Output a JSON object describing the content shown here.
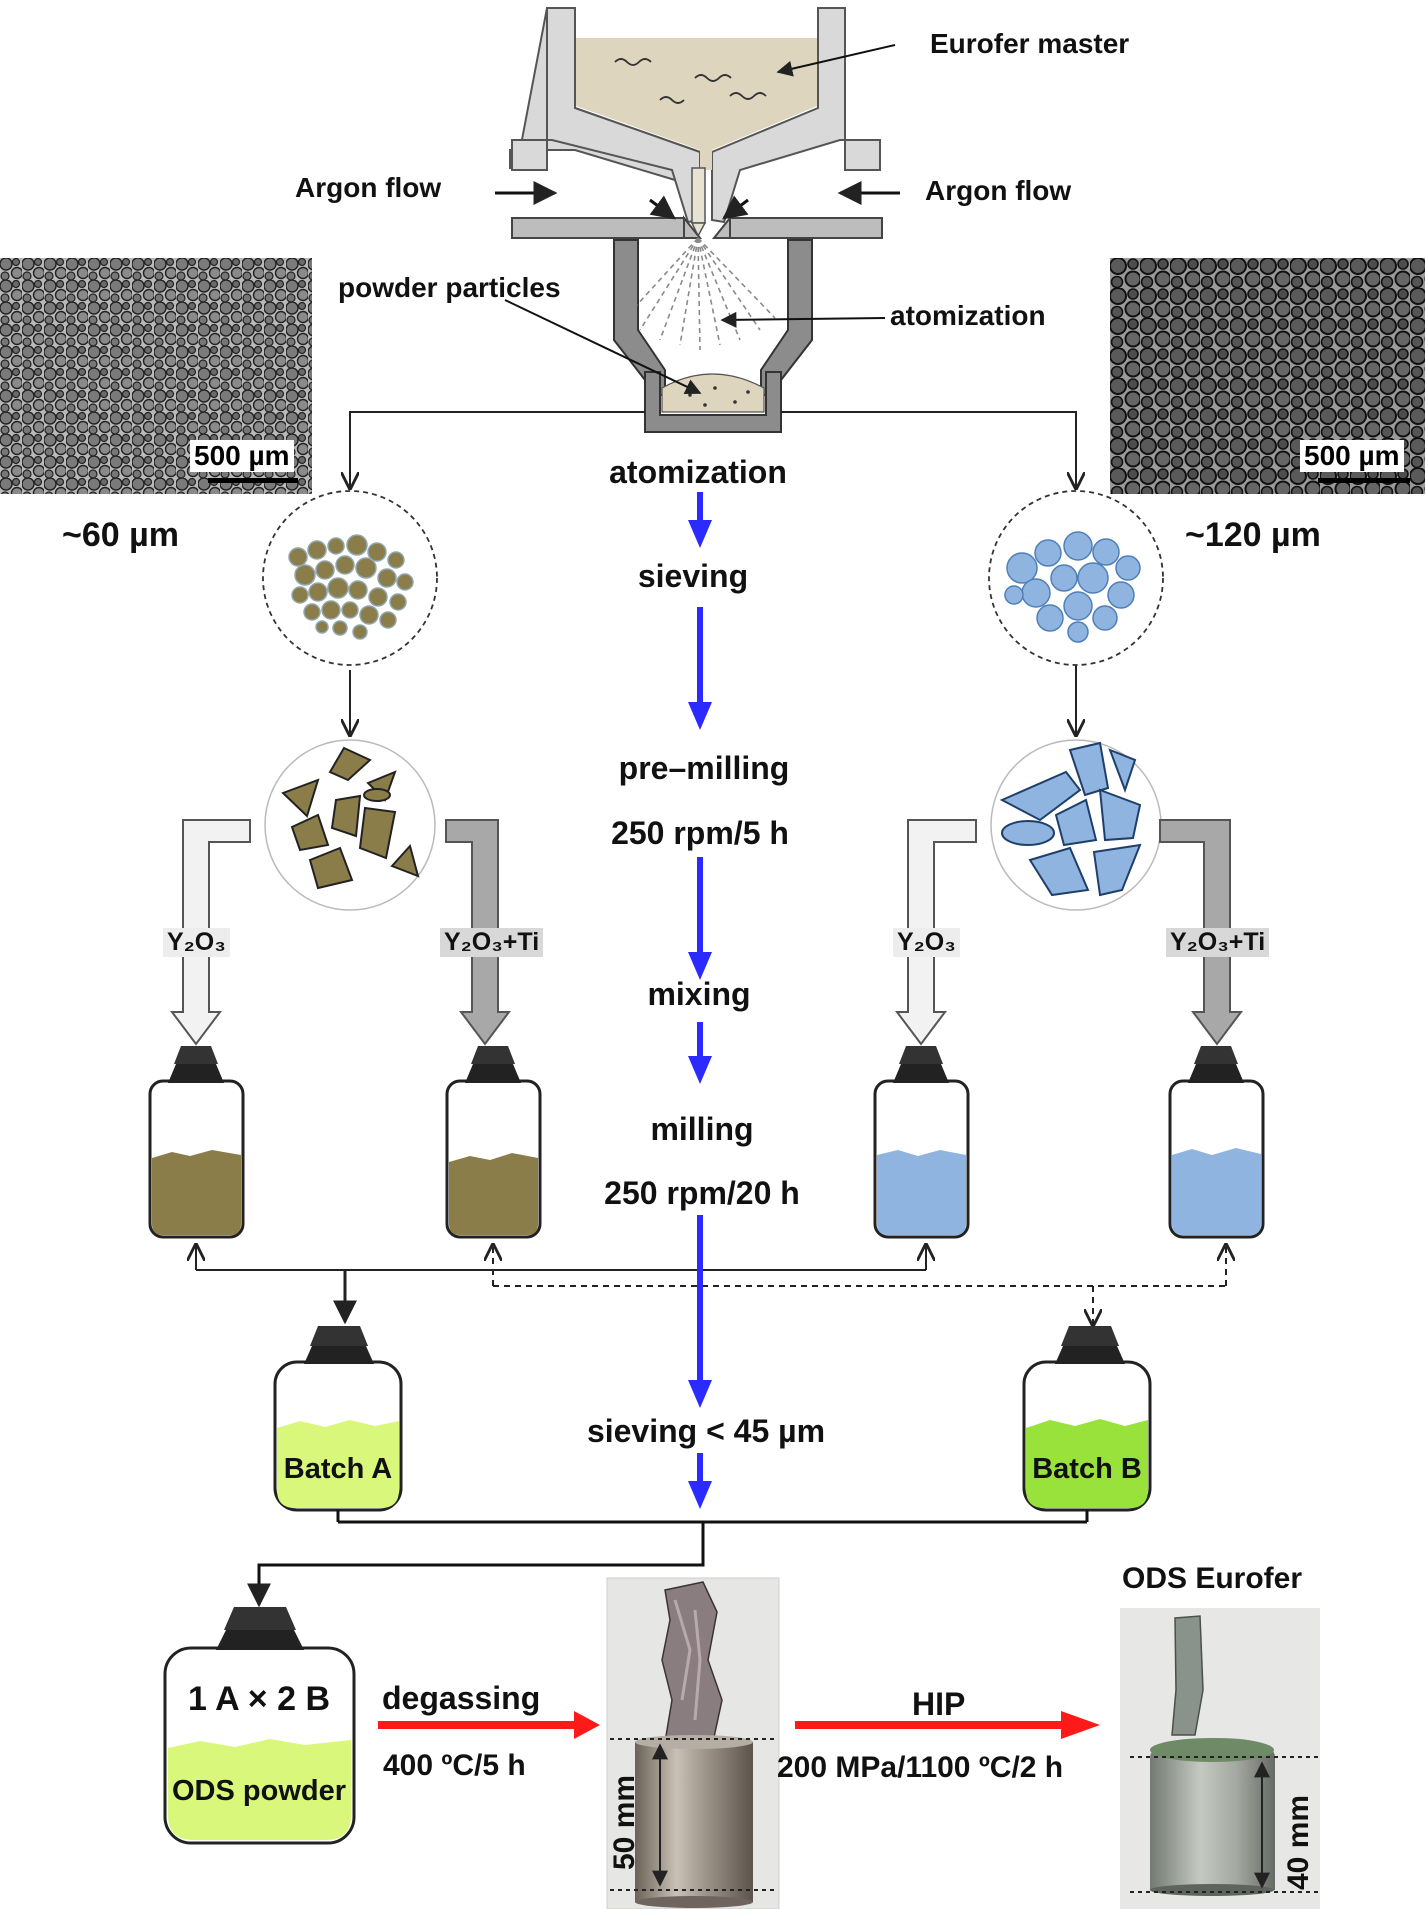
{
  "figure": {
    "atomizer": {
      "melt_label": "Eurofer master",
      "argon_left": "Argon flow",
      "argon_right": "Argon flow",
      "powder_label": "powder particles",
      "spray_label": "atomization"
    },
    "micrographs": {
      "left": {
        "scale": "500 µm",
        "size_label": "~60 µm"
      },
      "right": {
        "scale": "500 µm",
        "size_label": "~120 µm"
      }
    },
    "process_steps": [
      "atomization",
      "sieving",
      "pre–milling",
      "250 rpm/5 h",
      "mixing",
      "milling",
      "250 rpm/20 h",
      "sieving < 45 µm"
    ],
    "additions": {
      "left_oxide": "Y₂O₃",
      "left_oxide_ti": "Y₂O₃+Ti",
      "right_oxide": "Y₂O₃",
      "right_oxide_ti": "Y₂O₃+Ti"
    },
    "batches": {
      "a": "Batch A",
      "b": "Batch B"
    },
    "final_bottle": {
      "ratio": "1 A × 2 B",
      "content": "ODS powder"
    },
    "degassing": {
      "label": "degassing",
      "condition": "400 ºC/5 h",
      "dimension": "50 mm"
    },
    "hip": {
      "label": "HIP",
      "condition": "200 MPa/1100 ºC/2 h",
      "product": "ODS Eurofer",
      "dimension": "40 mm"
    },
    "colors": {
      "olive_powder": "#8b7d4a",
      "blue_powder": "#8fb4e0",
      "green_batch": "#99e23c",
      "light_green": "#d9f77a",
      "flow_arrow": "#2b2bff",
      "red_arrow": "#ff1a1a"
    }
  }
}
